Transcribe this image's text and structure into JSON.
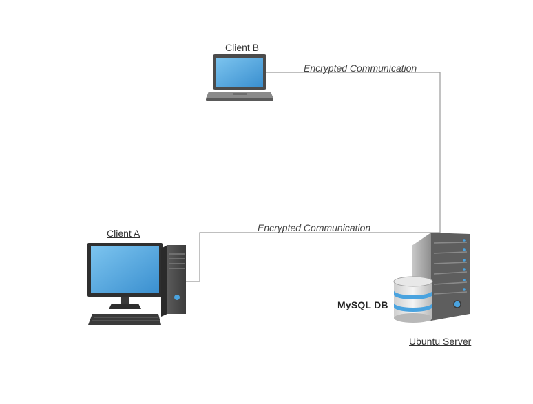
{
  "diagram": {
    "nodes": {
      "client_b": {
        "label": "Client B",
        "icon": "laptop-icon"
      },
      "client_a": {
        "label": "Client A",
        "icon": "desktop-computer-icon"
      },
      "server": {
        "label": "Ubuntu Server",
        "icon": "server-tower-icon"
      },
      "database": {
        "label": "MySQL DB",
        "icon": "database-icon"
      }
    },
    "edges": [
      {
        "from": "Client B",
        "to": "Ubuntu Server",
        "label": "Encrypted Communication"
      },
      {
        "from": "Client A",
        "to": "Ubuntu Server",
        "label": "Encrypted Communication"
      }
    ],
    "colors": {
      "screen": "#4aa3df",
      "connector": "#999999",
      "device_body": "#555555"
    }
  }
}
